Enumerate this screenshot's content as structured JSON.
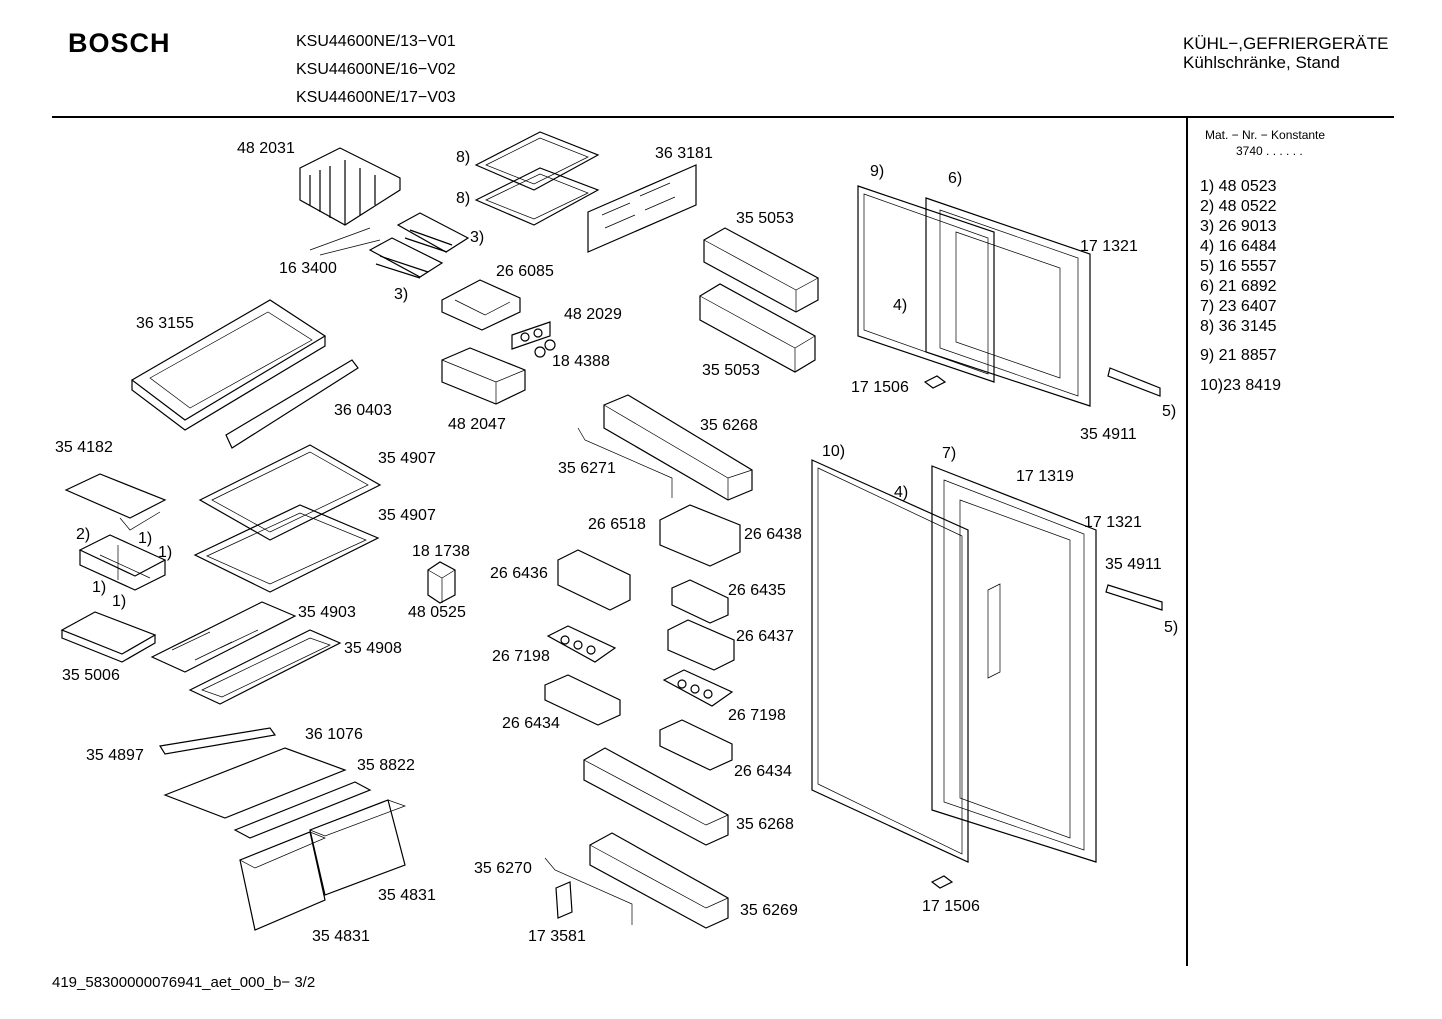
{
  "header": {
    "brand": "BOSCH",
    "models": [
      "KSU44600NE/13−V01",
      "KSU44600NE/16−V02",
      "KSU44600NE/17−V03"
    ],
    "category_line1": "KÜHL−,GEFRIERGERÄTE",
    "category_line2": "Kühlschränke, Stand"
  },
  "side_panel": {
    "heading": "Mat. − Nr. − Konstante",
    "constant": "3740  .  .    .  .  .  .",
    "items": [
      "1)  48 0523",
      "2)  48 0522",
      "3)  26 9013",
      "4)  16 6484",
      "5)  16 5557",
      "6)  21 6892",
      "7)  23 6407",
      "8)  36 3145",
      "9)  21 8857",
      "10)23 8419"
    ]
  },
  "labels": {
    "p482031": "48 2031",
    "p163400": "16 3400",
    "c3a": "3)",
    "c3b": "3)",
    "c8a": "8)",
    "c8b": "8)",
    "p363181": "36 3181",
    "p266085": "26 6085",
    "p482029": "48 2029",
    "p184388": "18 4388",
    "p363155": "36 3155",
    "p482047": "48 2047",
    "p360403": "36 0403",
    "p355053a": "35 5053",
    "p355053b": "35 5053",
    "c9": "9)",
    "c6": "6)",
    "p171321a": "17 1321",
    "c4a": "4)",
    "p171506a": "17 1506",
    "p354911a": "35 4911",
    "c5a": "5)",
    "p356268a": "35 6268",
    "p356271": "35 6271",
    "p354182": "35 4182",
    "p354907a": "35 4907",
    "p354907b": "35 4907",
    "c2": "2)",
    "c1a": "1)",
    "c1b": "1)",
    "c1c": "1)",
    "c1d": "1)",
    "p181738": "18 1738",
    "p480525": "48 0525",
    "p266518": "26 6518",
    "p266438": "26 6438",
    "p266436": "26 6436",
    "p266435": "26 6435",
    "p266437": "26 6437",
    "p267198a": "26 7198",
    "p267198b": "26 7198",
    "p266434a": "26 6434",
    "p266434b": "26 6434",
    "c10": "10)",
    "c7": "7)",
    "p171319": "17 1319",
    "c4b": "4)",
    "p171321b": "17 1321",
    "p354911b": "35 4911",
    "c5b": "5)",
    "p354903": "35 4903",
    "p354908": "35 4908",
    "p355006": "35 5006",
    "p361076": "36 1076",
    "p354897": "35 4897",
    "p358822": "35 8822",
    "p354831a": "35 4831",
    "p354831b": "35 4831",
    "p356268b": "35 6268",
    "p356270": "35 6270",
    "p356269": "35 6269",
    "p173581": "17 3581",
    "p171506b": "17 1506"
  },
  "footer": "419_58300000076941_aet_000_b− 3/2"
}
